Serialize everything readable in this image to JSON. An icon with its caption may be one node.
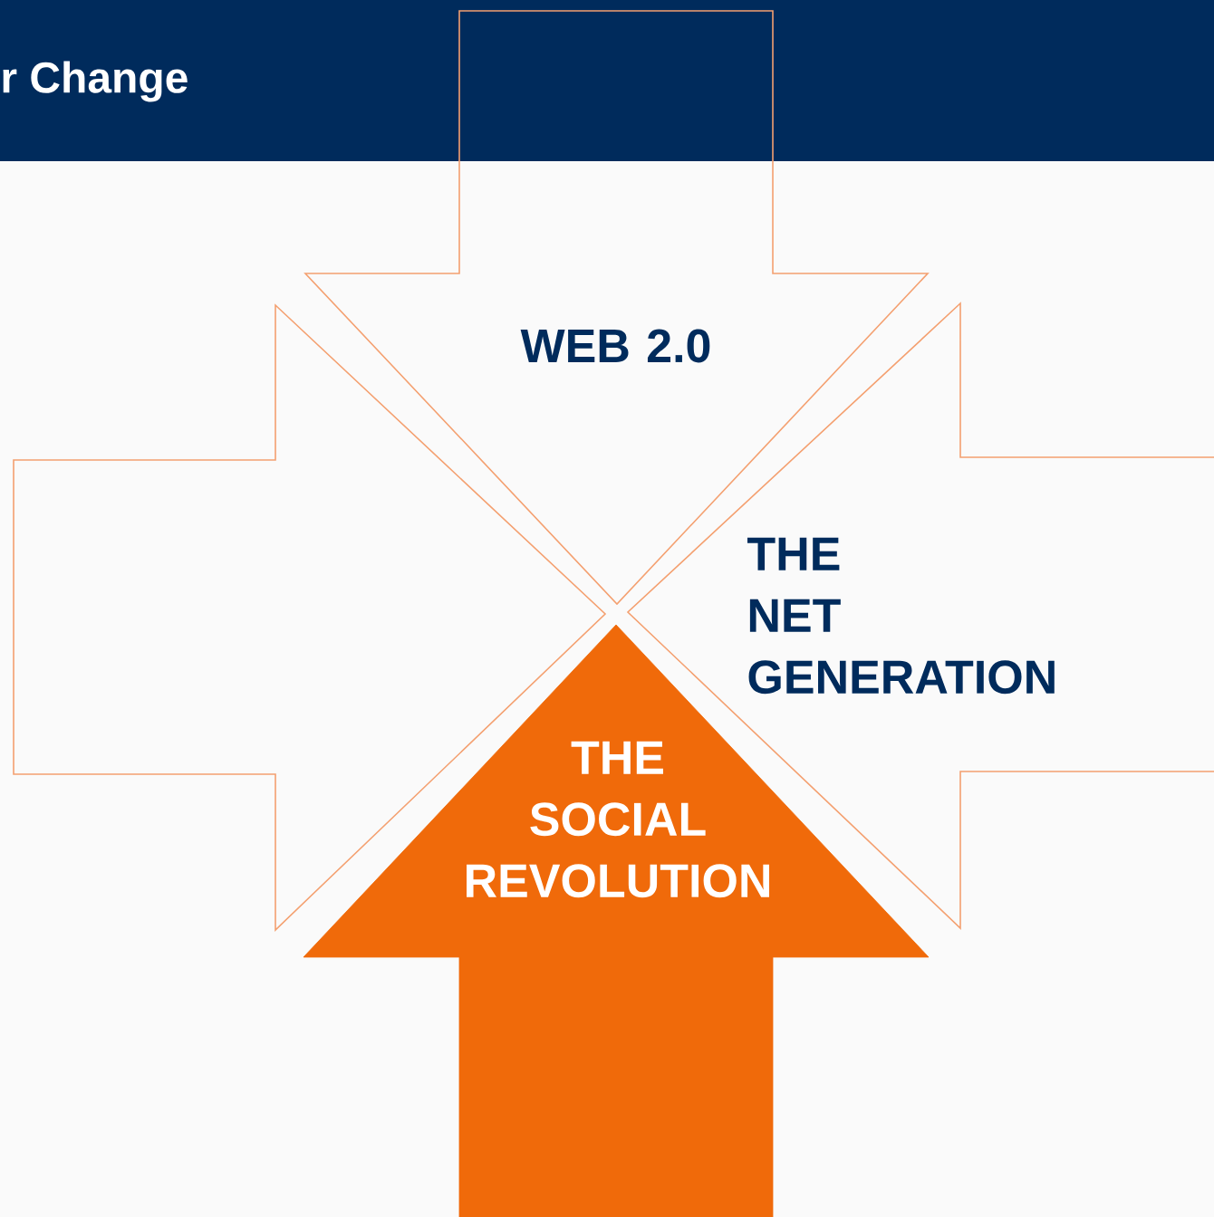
{
  "diagram": {
    "title": "r Change",
    "nodes": [
      {
        "text": [
          "WEB 2.0"
        ]
      },
      {
        "text": [
          "THE NET GENERATION"
        ]
      },
      {
        "text": [
          "THE SOCIAL REVOLUTION"
        ]
      },
      {
        "text": [],
        "shape": "arrow"
      }
    ]
  }
}
